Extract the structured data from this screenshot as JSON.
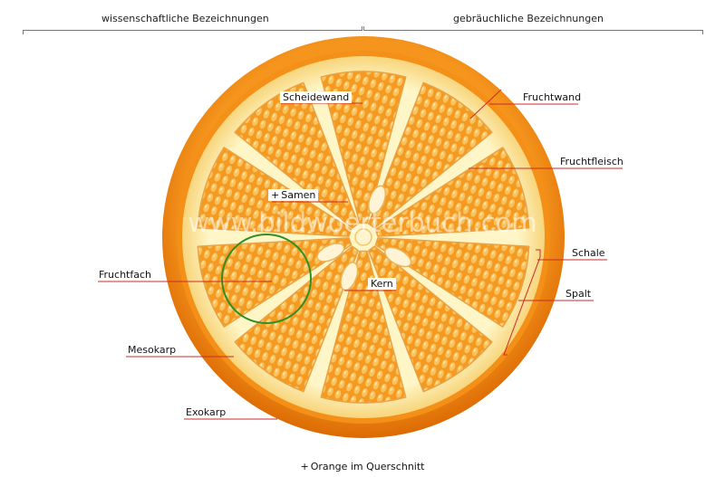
{
  "headers": {
    "scientific": "wissenschaftliche Bezeichnungen",
    "common": "gebräuchliche Bezeichnungen"
  },
  "watermark": "www.bildwoerterbuch.com",
  "labels": {
    "scheidewand": "Scheidewand",
    "samen": "Samen",
    "fruchtfach": "Fruchtfach",
    "kern": "Kern",
    "mesokarp": "Mesokarp",
    "exokarp": "Exokarp",
    "fruchtwand": "Fruchtwand",
    "fruchtfleisch": "Fruchtfleisch",
    "schale": "Schale",
    "spalt": "Spalt"
  },
  "link_marker": "+",
  "title": "Orange im Querschnitt",
  "colors": {
    "peel": "#f28a12",
    "peel_dark": "#e06f05",
    "albedo": "#fff3b5",
    "pulp": "#f6a22d",
    "pulp_dark": "#ea8b17",
    "vesicle": "#fbc25a",
    "seed": "#fff6da",
    "leader_line": "#cc2a2a",
    "highlight_circle": "#2f8f22"
  }
}
